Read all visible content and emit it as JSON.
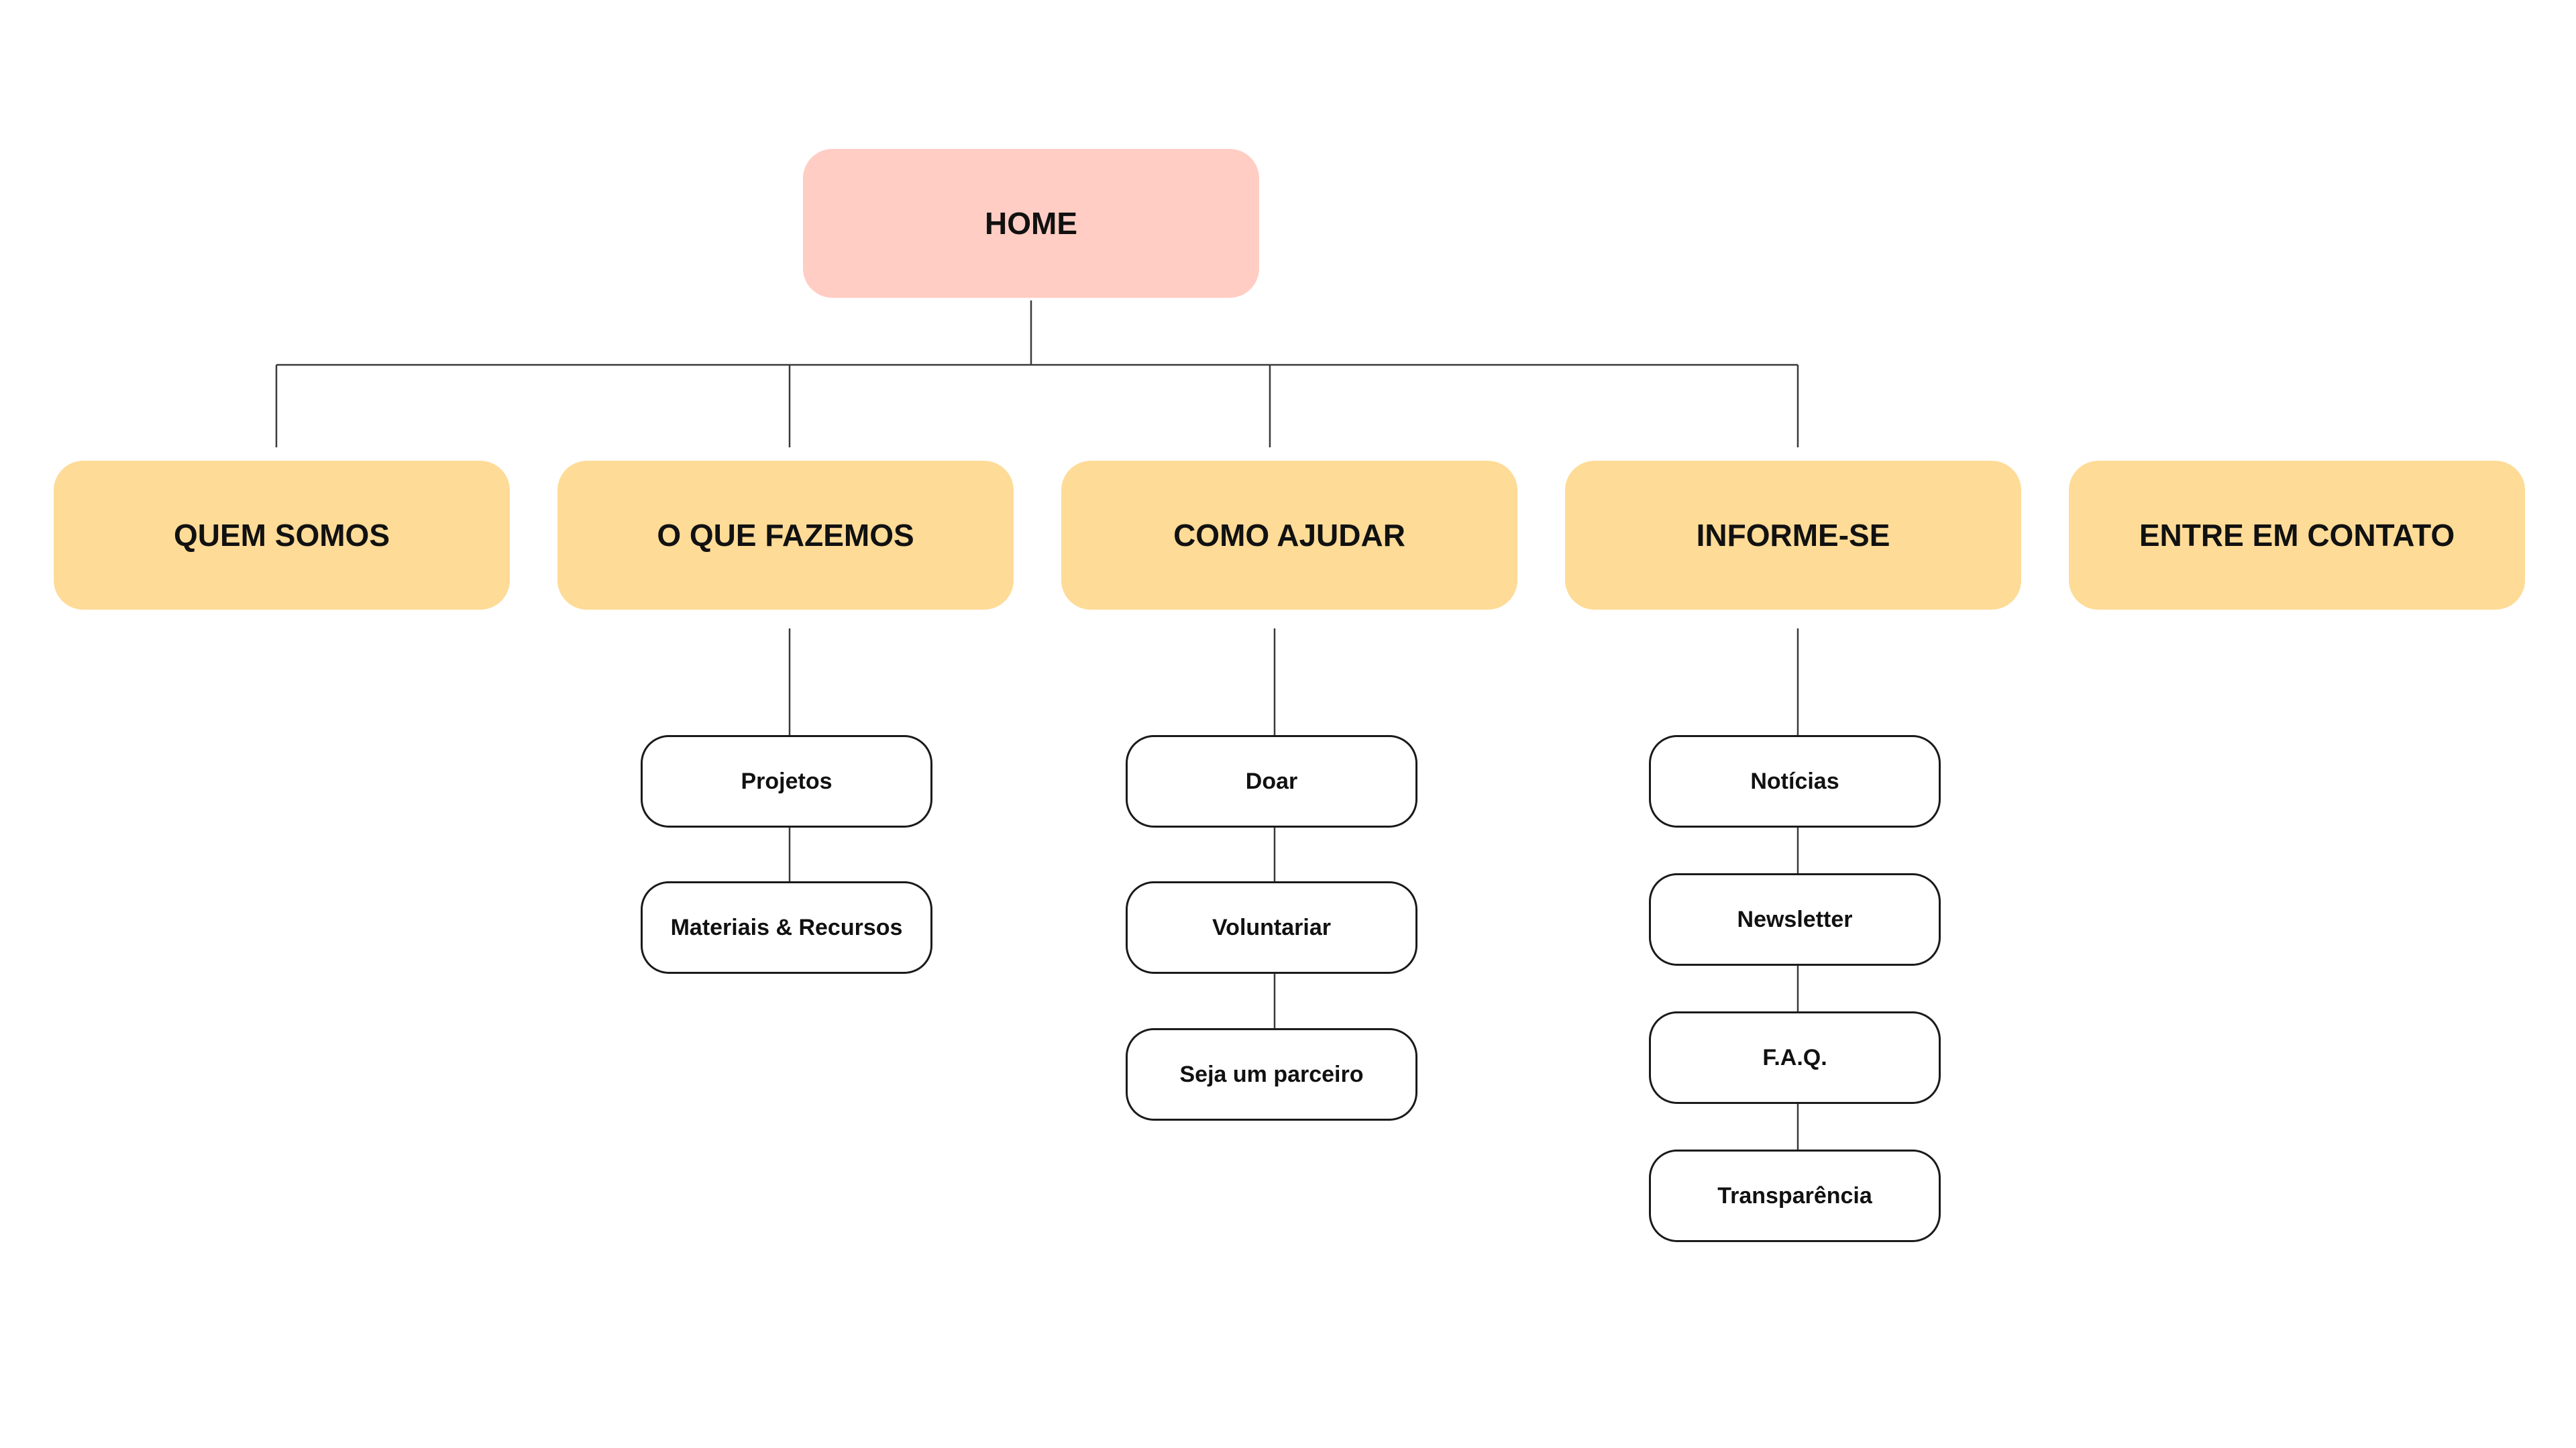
{
  "home": {
    "label": "HOME"
  },
  "sections": [
    {
      "label": "QUEM SOMOS",
      "children": []
    },
    {
      "label": "O QUE FAZEMOS",
      "children": [
        "Projetos",
        "Materiais & Recursos"
      ]
    },
    {
      "label": "COMO AJUDAR",
      "children": [
        "Doar",
        "Voluntariar",
        "Seja um parceiro"
      ]
    },
    {
      "label": "INFORME-SE",
      "children": [
        "Notícias",
        "Newsletter",
        "F.A.Q.",
        "Transparência"
      ]
    },
    {
      "label": "ENTRE EM CONTATO",
      "children": []
    }
  ],
  "colors": {
    "home_fill": "#ffcdc3",
    "section_fill": "#fedb97",
    "sub_fill": "#ffffff",
    "sub_border": "#1a1a1a",
    "connector": "#3a3a3a"
  }
}
